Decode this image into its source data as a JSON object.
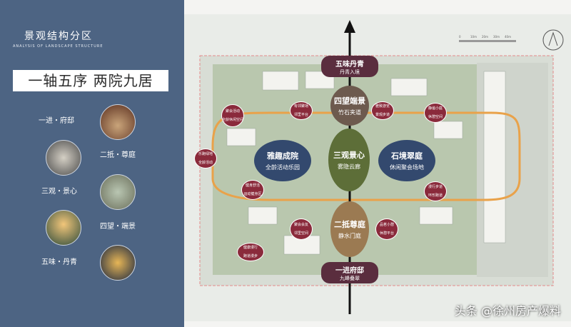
{
  "left": {
    "title": "景观结构分区",
    "subtitle": "ANALYSIS OF LANDSCAPE STRUCTURE",
    "slogan": "一轴五序 两院九居",
    "items": [
      {
        "label": "一进・府邸"
      },
      {
        "label": "二抵・尊庭"
      },
      {
        "label": "三观・景心"
      },
      {
        "label": "四望・端景"
      },
      {
        "label": "五味・丹青"
      }
    ]
  },
  "plan": {
    "nodes": {
      "wuwei": {
        "main": "五味丹青",
        "sub": "丹青入境"
      },
      "siwang": {
        "main": "四望端景",
        "sub": "竹石夹道"
      },
      "sanguan": {
        "main": "三观景心",
        "sub": "雾隐云廊"
      },
      "erdi": {
        "main": "二抵尊庭",
        "sub": "静水门庭"
      },
      "yijin": {
        "main": "一进府邸",
        "sub": "九峰叠翠"
      },
      "left_court": {
        "main": "雅趣成院",
        "sub": "全龄活动乐园"
      },
      "right_court": {
        "main": "石境翠庭",
        "sub": "休闲聚会场地"
      }
    },
    "small_nodes": [
      {
        "text": "聚会活动\n全龄休闲空间"
      },
      {
        "text": "有邻聚场\n邻里平台"
      },
      {
        "text": "雅致游览\n景观步道"
      },
      {
        "text": "健身舒活\n运动健身区"
      },
      {
        "text": "健康漫行\n跑道漫步"
      },
      {
        "text": "漫行步道\n环形跑道"
      },
      {
        "text": "聚会会友\n邻里空间"
      },
      {
        "text": "静谧小庭\n休憩空间"
      },
      {
        "text": "品茗小憩\n休憩平台"
      },
      {
        "text": "乐跑绿地\n全龄活动"
      }
    ],
    "scale_labels": [
      "0",
      "10m",
      "20m",
      "30m",
      "40m"
    ]
  },
  "watermark": "头条 @徐州房产爆料"
}
